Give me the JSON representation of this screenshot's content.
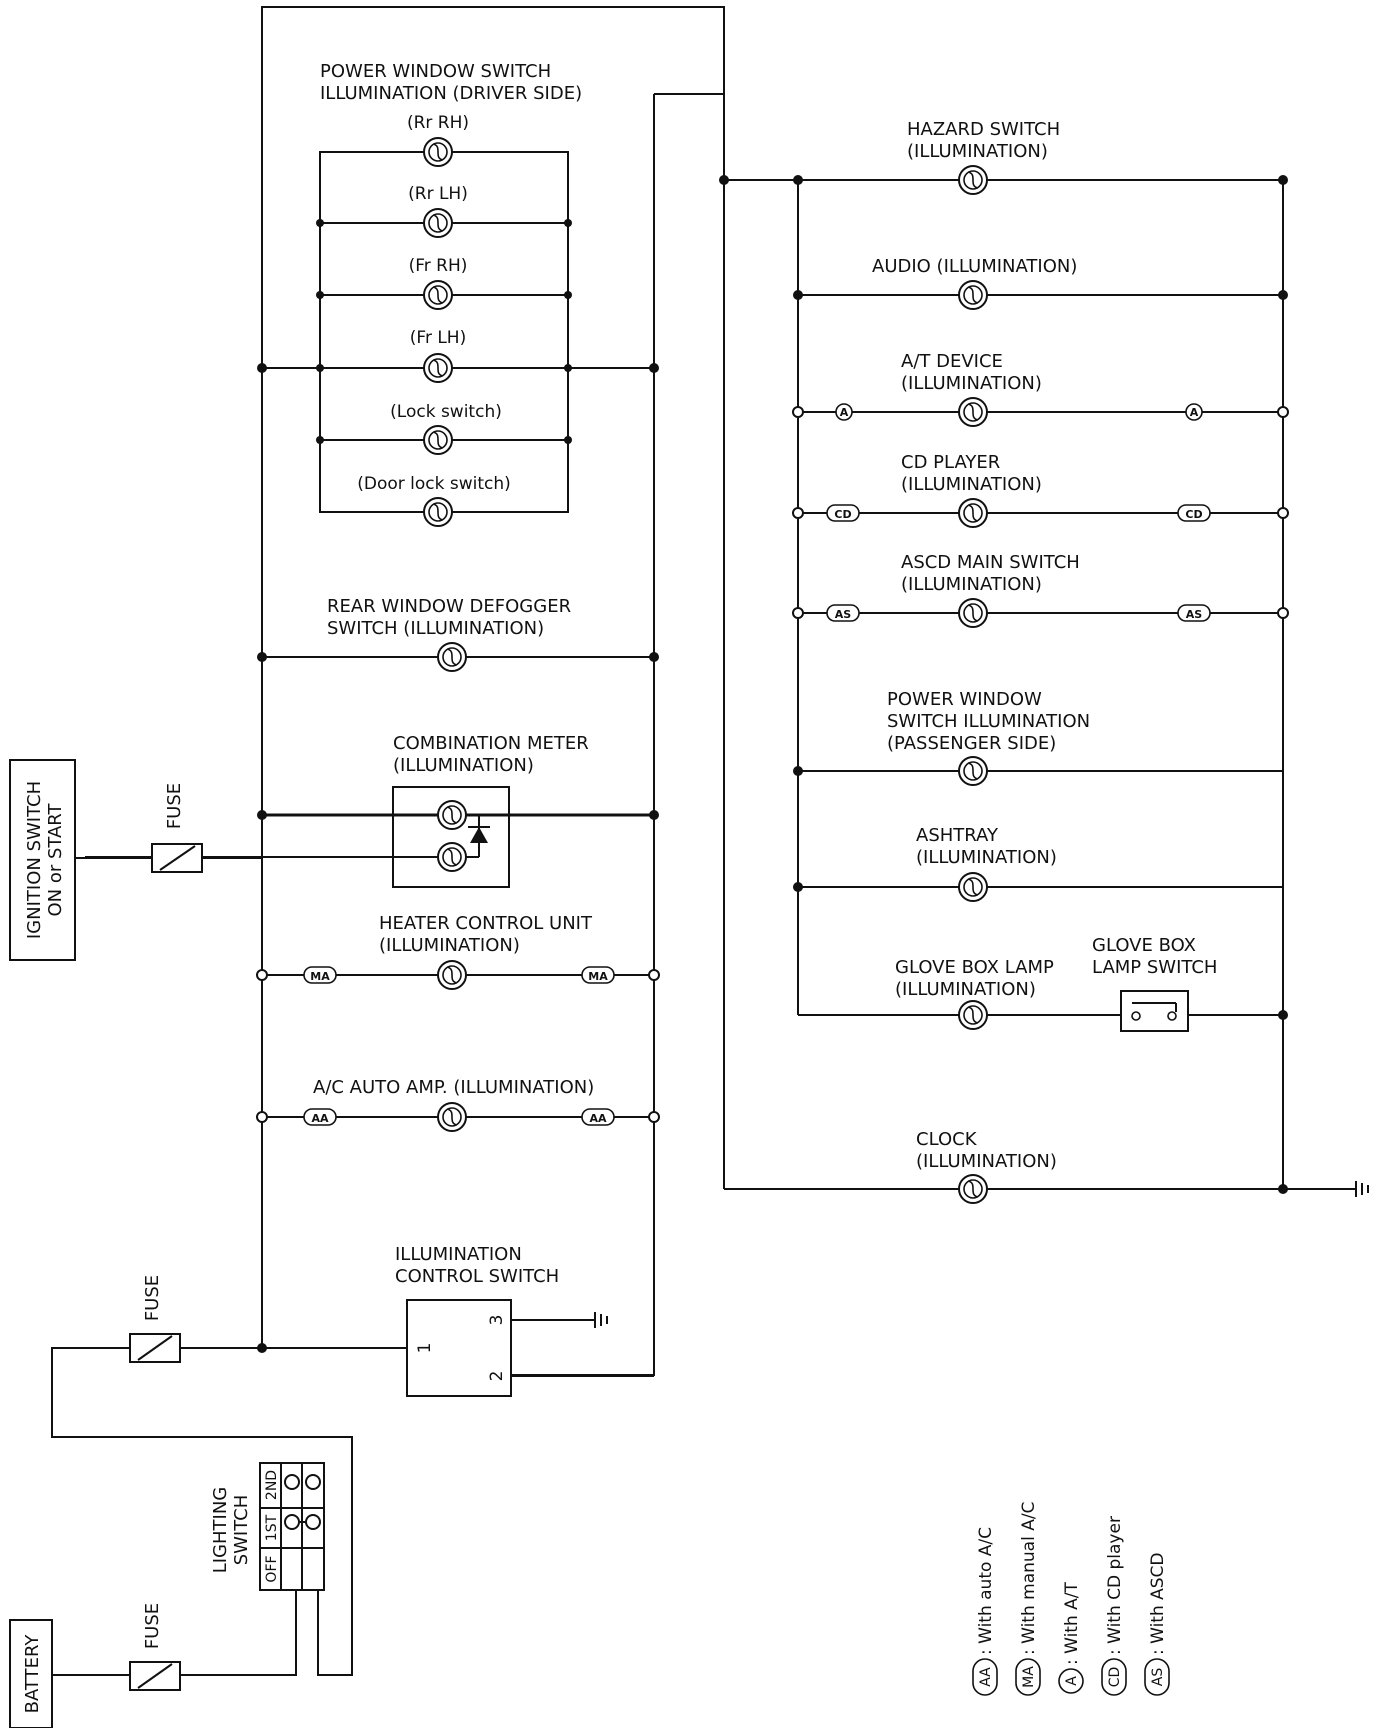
{
  "labels": {
    "pw_driver_1": "POWER WINDOW SWITCH",
    "pw_driver_2": "ILLUMINATION (DRIVER SIDE)",
    "rr_rh": "(Rr RH)",
    "rr_lh": "(Rr LH)",
    "fr_rh": "(Fr RH)",
    "fr_lh": "(Fr LH)",
    "lock_switch": "(Lock switch)",
    "door_lock_switch": "(Door lock switch)",
    "defogger_1": "REAR WINDOW DEFOGGER",
    "defogger_2": "SWITCH (ILLUMINATION)",
    "combi_1": "COMBINATION METER",
    "combi_2": "(ILLUMINATION)",
    "heater_1": "HEATER CONTROL UNIT",
    "heater_2": "(ILLUMINATION)",
    "ac_amp": "A/C AUTO AMP. (ILLUMINATION)",
    "illum_ctrl_1": "ILLUMINATION",
    "illum_ctrl_2": "CONTROL SWITCH",
    "pin1": "1",
    "pin2": "2",
    "pin3": "3",
    "ignition_1": "IGNITION SWITCH",
    "ignition_2": "ON or START",
    "fuse": "FUSE",
    "battery": "BATTERY",
    "lighting_1": "LIGHTING",
    "lighting_2": "SWITCH",
    "lsw_off": "OFF",
    "lsw_1st": "1ST",
    "lsw_2nd": "2ND",
    "hazard_1": "HAZARD SWITCH",
    "hazard_2": "(ILLUMINATION)",
    "audio": "AUDIO (ILLUMINATION)",
    "at_1": "A/T DEVICE",
    "at_2": "(ILLUMINATION)",
    "cd_1": "CD PLAYER",
    "cd_2": "(ILLUMINATION)",
    "ascd_1": "ASCD MAIN SWITCH",
    "ascd_2": "(ILLUMINATION)",
    "pw_pass_1": "POWER WINDOW",
    "pw_pass_2": "SWITCH ILLUMINATION",
    "pw_pass_3": "(PASSENGER SIDE)",
    "ashtray_1": "ASHTRAY",
    "ashtray_2": "(ILLUMINATION)",
    "glove_switch_1": "GLOVE BOX",
    "glove_switch_2": "LAMP SWITCH",
    "glove_lamp_1": "GLOVE BOX LAMP",
    "glove_lamp_2": "(ILLUMINATION)",
    "clock_1": "CLOCK",
    "clock_2": "(ILLUMINATION)"
  },
  "tags": {
    "AA": "AA",
    "MA": "MA",
    "A": "A",
    "CD": "CD",
    "AS": "AS"
  },
  "legend": [
    {
      "code": "AA",
      "text": ": With auto A/C"
    },
    {
      "code": "MA",
      "text": ": With manual A/C"
    },
    {
      "code": "A",
      "text": ": With A/T"
    },
    {
      "code": "CD",
      "text": ": With CD player"
    },
    {
      "code": "AS",
      "text": ": With ASCD"
    }
  ]
}
